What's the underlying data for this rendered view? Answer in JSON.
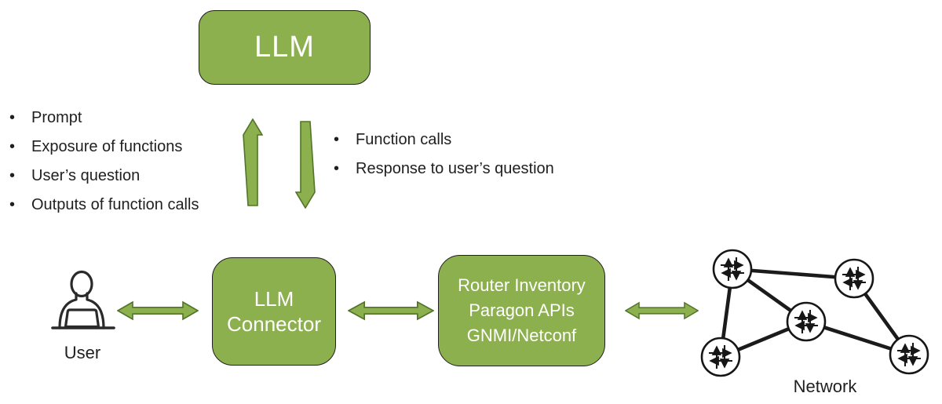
{
  "colors": {
    "box_green": "#8db04e",
    "arrow_green": "#8db04e",
    "arrow_border": "#50742a",
    "box_border": "#1f1f1f",
    "text_dark": "#1f1f1f",
    "box_text": "#ffffff",
    "network_stroke": "#161616"
  },
  "llm_box": {
    "label": "LLM"
  },
  "llm_inputs": {
    "items": [
      "Prompt",
      "Exposure of functions",
      "User’s question",
      "Outputs of function calls"
    ]
  },
  "llm_outputs": {
    "items": [
      "Function calls",
      "Response to user’s question"
    ]
  },
  "user": {
    "label": "User",
    "icon": "user-at-laptop-icon"
  },
  "connector_box": {
    "label": "LLM\nConnector"
  },
  "apis_box": {
    "label": "Router Inventory\nParagon APIs\nGNMI/Netconf"
  },
  "network": {
    "label": "Network",
    "node_count": 5,
    "node_icon": "router-icon"
  }
}
